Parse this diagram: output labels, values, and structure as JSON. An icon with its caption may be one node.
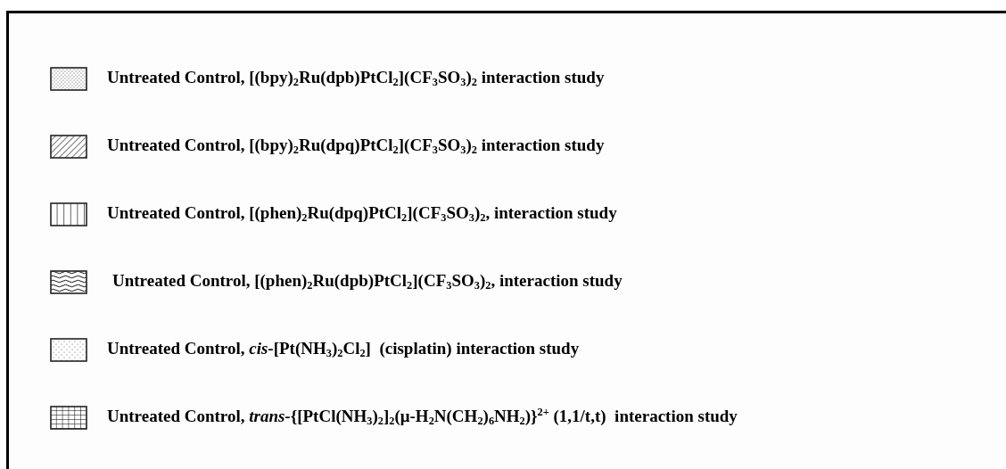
{
  "diagram": {
    "legend": [
      {
        "text": "Untreated Control, [(bpy)$_{2}$Ru(dpb)PtCl$_{2}$](CF$_{3}$SO$_{3}$)$_{2}$ interaction study"
      },
      {
        "text": "Untreated Control, [(bpy)$_{2}$Ru(dpq)PtCl$_{2}$](CF$_{3}$SO$_{3}$)$_{2}$ interaction study"
      },
      {
        "text": "Untreated Control, [(phen)$_{2}$Ru(dpq)PtCl$_{2}$](CF$_{3}$SO$_{3}$)$_{2}$, interaction study"
      },
      {
        "text": "Untreated Control, [(phen)$_{2}$Ru(dpb)PtCl$_{2}$](CF$_{3}$SO$_{3}$)$_{2}$, interaction study"
      },
      {
        "text": "Untreated Control, *cis*-[Pt(NH$_{3}$)$_{2}$Cl$_{2}$]  (cisplatin) interaction study"
      },
      {
        "text": "Untreated Control, *trans*-{[PtCl(NH$_{3}$)$_{2}$]$_{2}$(μ-H$_{2}$N(CH$_{2}$)$_{6}$NH$_{2}$)}$^{2+}$ (1,1/t,t)  interaction study"
      }
    ]
  }
}
